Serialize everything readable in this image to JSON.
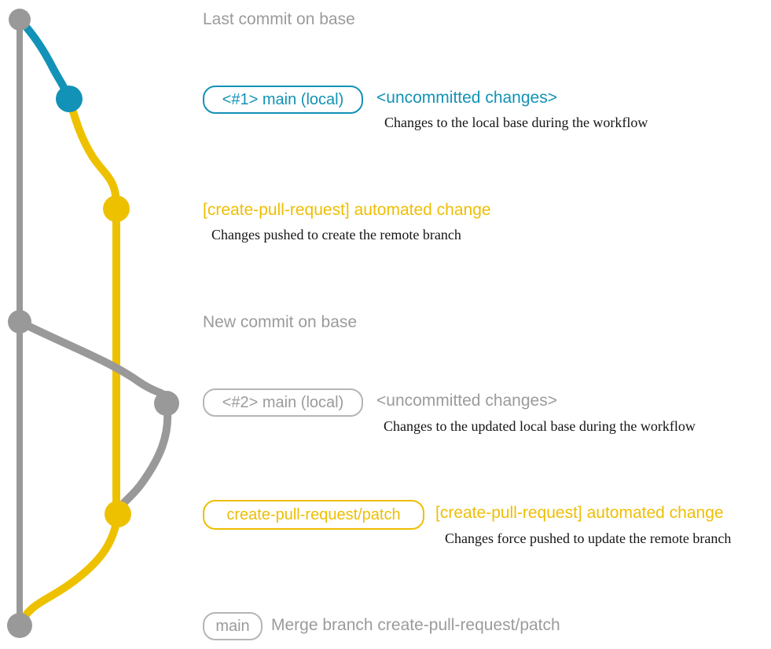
{
  "colors": {
    "branch_blue": "#1292b6",
    "branch_yellow": "#eec100",
    "branch_gray": "#999999",
    "text_gray": "#9b9b9b",
    "chip_border_gray": "#b5b5b5",
    "desc_text": "#151515",
    "background": "#ffffff"
  },
  "graph": {
    "commit_dots": [
      {
        "name": "last-commit-on-base",
        "color": "gray"
      },
      {
        "name": "local-main-1",
        "color": "blue"
      },
      {
        "name": "automated-change-1",
        "color": "yellow"
      },
      {
        "name": "new-commit-on-base",
        "color": "gray"
      },
      {
        "name": "local-main-2",
        "color": "gray"
      },
      {
        "name": "automated-change-2",
        "color": "yellow"
      },
      {
        "name": "merge-commit",
        "color": "gray"
      }
    ]
  },
  "labels": {
    "last_commit": "Last commit on base",
    "branch1": {
      "box": "<#1> main (local)",
      "note": "<uncommitted changes>",
      "desc": "Changes to the local base during the workflow"
    },
    "push1": {
      "title": "[create-pull-request] automated change",
      "desc": "Changes pushed to create the remote branch"
    },
    "new_commit": "New commit on base",
    "branch2": {
      "box": "<#2> main (local)",
      "note": "<uncommitted changes>",
      "desc": "Changes to the updated local base during the workflow"
    },
    "push2": {
      "box": "create-pull-request/patch",
      "title": "[create-pull-request] automated change",
      "desc": "Changes force pushed to update the remote branch"
    },
    "merge": {
      "box": "main",
      "text": "Merge branch create-pull-request/patch"
    }
  }
}
